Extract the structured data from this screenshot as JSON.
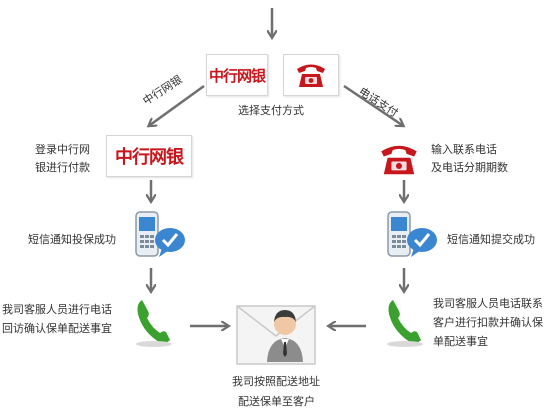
{
  "top": {
    "logo_text": "中行网银",
    "caption": "选择支付方式"
  },
  "left_branch": {
    "branch_label": "中行网银",
    "step1_line1": "登录中行网",
    "step1_line2": "银进行付款",
    "step1_logo_text": "中行网银",
    "step2": "短信通知投保成功",
    "step3_line1": "我司客服人员进行电话",
    "step3_line2": "回访确认保单配送事宜"
  },
  "right_branch": {
    "branch_label": "电话支付",
    "step1_line1": "输入联系电话",
    "step1_line2": "及电话分期期数",
    "step2": "短信通知提交成功",
    "step3_line1": "我司客服人员电话联系",
    "step3_line2": "客户进行扣款并确认保",
    "step3_line3": "单配送事宜"
  },
  "bottom": {
    "line1": "我司按照配送地址",
    "line2": "配送保单至客户"
  },
  "colors": {
    "arrow": "#6f6f6f",
    "bank_red": "#c8161d",
    "phone_green": "#3aa12e",
    "sms_blue": "#3b86d1"
  }
}
